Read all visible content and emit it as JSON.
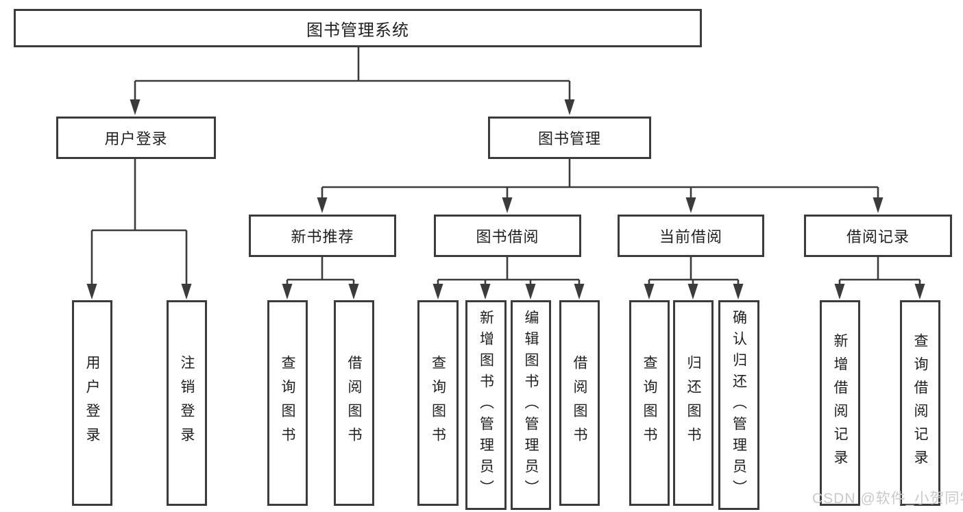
{
  "nodes": {
    "root": {
      "label": "图书管理系统"
    },
    "user_login": {
      "label": "用户登录"
    },
    "book_management": {
      "label": "图书管理"
    },
    "new_book_recommend": {
      "label": "新书推荐"
    },
    "book_borrowing": {
      "label": "图书借阅"
    },
    "current_borrowing": {
      "label": "当前借阅"
    },
    "borrowing_records": {
      "label": "借阅记录"
    },
    "leaf_user_login": {
      "label": "用户登录"
    },
    "leaf_logout": {
      "label": "注销登录"
    },
    "leaf_rec_query_books": {
      "label": "查询图书"
    },
    "leaf_rec_borrow_books": {
      "label": "借阅图书"
    },
    "leaf_bb_query_books": {
      "label": "查询图书"
    },
    "leaf_bb_add_book_admin": {
      "label": "新增图书（管理员）"
    },
    "leaf_bb_edit_book_admin": {
      "label": "编辑图书（管理员）"
    },
    "leaf_bb_borrow_books": {
      "label": "借阅图书"
    },
    "leaf_cb_query_books": {
      "label": "查询图书"
    },
    "leaf_cb_return_books": {
      "label": "归还图书"
    },
    "leaf_cb_confirm_return_admin": {
      "label": "确认归还（管理员）"
    },
    "leaf_br_add_record": {
      "label": "新增借阅记录"
    },
    "leaf_br_query_record": {
      "label": "查询借阅记录"
    }
  },
  "watermark": {
    "text": "CSDN @软件_小贺同学"
  },
  "colors": {
    "line": "#3b3b3b",
    "box_border": "#3b3b3b",
    "text": "#1f1f1f",
    "watermark": "#c9c9c9",
    "background": "#ffffff"
  }
}
